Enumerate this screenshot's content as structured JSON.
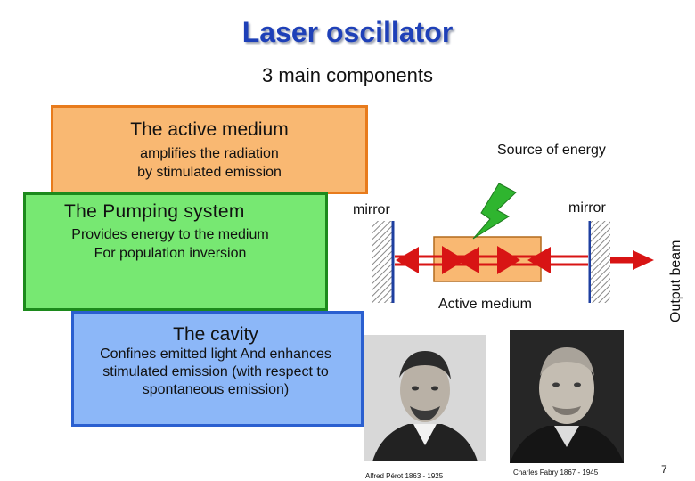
{
  "slide": {
    "title": "Laser oscillator",
    "subtitle": "3 main components",
    "page_number": "7"
  },
  "active_medium": {
    "heading": "The active medium",
    "line1": "amplifies the radiation",
    "line2": "by stimulated emission"
  },
  "pumping": {
    "heading": "The Pumping system",
    "line1": "Provides energy to the medium",
    "line2": "For population inversion"
  },
  "cavity": {
    "heading": "The cavity",
    "text": "Confines emitted light And enhances stimulated emission (with respect to spontaneous emission)"
  },
  "diagram": {
    "source_label": "Source of energy",
    "mirror_left": "mirror",
    "mirror_right": "mirror",
    "medium_label": "Active medium",
    "output_label": "Output beam"
  },
  "photos": {
    "left_caption": "Alfred Pérot  1863 - 1925",
    "right_caption": "Charles Fabry  1867 - 1945"
  },
  "colors": {
    "title": "#1e40b8",
    "active_fill": "#f9b872",
    "pump_fill": "#77e872",
    "cavity_fill": "#8cb7f8",
    "beam": "#d81414",
    "bolt": "#2fb52f"
  }
}
